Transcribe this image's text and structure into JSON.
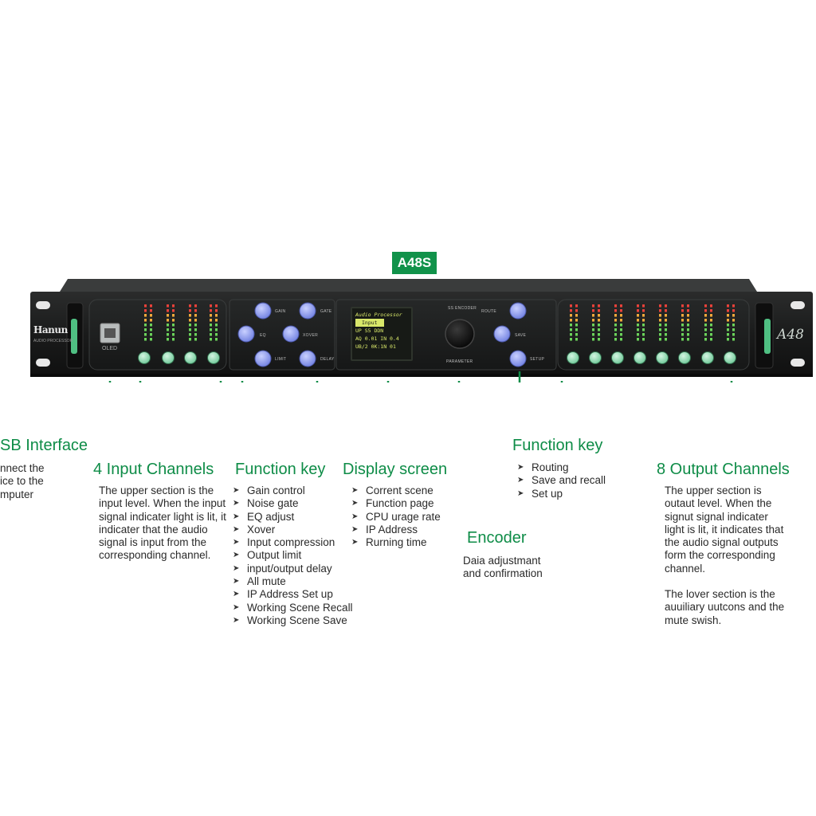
{
  "model": "A48S",
  "device": {
    "brand_text": "Hanun",
    "brand_sub": "AUDIO PROCESSOR",
    "usb_label": "OLED",
    "right_badge": "A48",
    "encoder_top_label": "SS ENCODER",
    "encoder_bottom_label": "PARAMETER",
    "lcd_lines": [
      "Audio Processor",
      "Input",
      "UP   S5    DDN",
      "AQ 0.01  IN 0.4",
      "UB/2  0K:1N  01"
    ],
    "fkey_left_labels": [
      "GAIN",
      "GATE",
      "EQ",
      "XOVER",
      "LIMIT",
      "DELAY"
    ],
    "fkey_right_labels": [
      "ROUTE",
      "SAVE",
      "SETUP"
    ]
  },
  "callouts": {
    "usb": {
      "title": "SB Interface",
      "desc": "nnect the\nice to the\nmputer"
    },
    "inputs": {
      "title": "4 Input Channels",
      "desc": "The upper section is the\ninput level. When the input\nsignal indicater light is lit, it\nindicater that the audio\nsignal is input from the\ncorresponding channel."
    },
    "fkey_left": {
      "title": "Function key",
      "items": [
        "Gain control",
        "Noise gate",
        "EQ adjust",
        "Xover",
        "Input compression",
        "Output limit",
        "input/output delay",
        "All mute",
        "IP Address Set up",
        "Working Scene Recall",
        "Working Scene Save"
      ]
    },
    "display": {
      "title": "Display screen",
      "items": [
        "Corrent scene",
        "Function page",
        "CPU urage rate",
        "IP Address",
        "Rurning time"
      ]
    },
    "encoder": {
      "title": "Encoder",
      "desc": "Daia adjustmant\nand confirmation"
    },
    "fkey_right": {
      "title": "Function key",
      "items": [
        "Routing",
        "Save and recall",
        "Set up"
      ]
    },
    "outputs": {
      "title": "8 Output Channels",
      "desc": "The upper section is\noutaut level. When the\nsignut signal indicater\nlight is lit, it indicates that\nthe audio signal outputs\nform the corresponding\nchannel.",
      "desc2": "The lover section is the\nauuiliary uutcons and the\nmute swish."
    }
  },
  "colors": {
    "accent": "#0e8c47",
    "chassis": "#1b1c1c",
    "button_green": "#8fd9b0",
    "button_blue": "#9aa6ee"
  }
}
